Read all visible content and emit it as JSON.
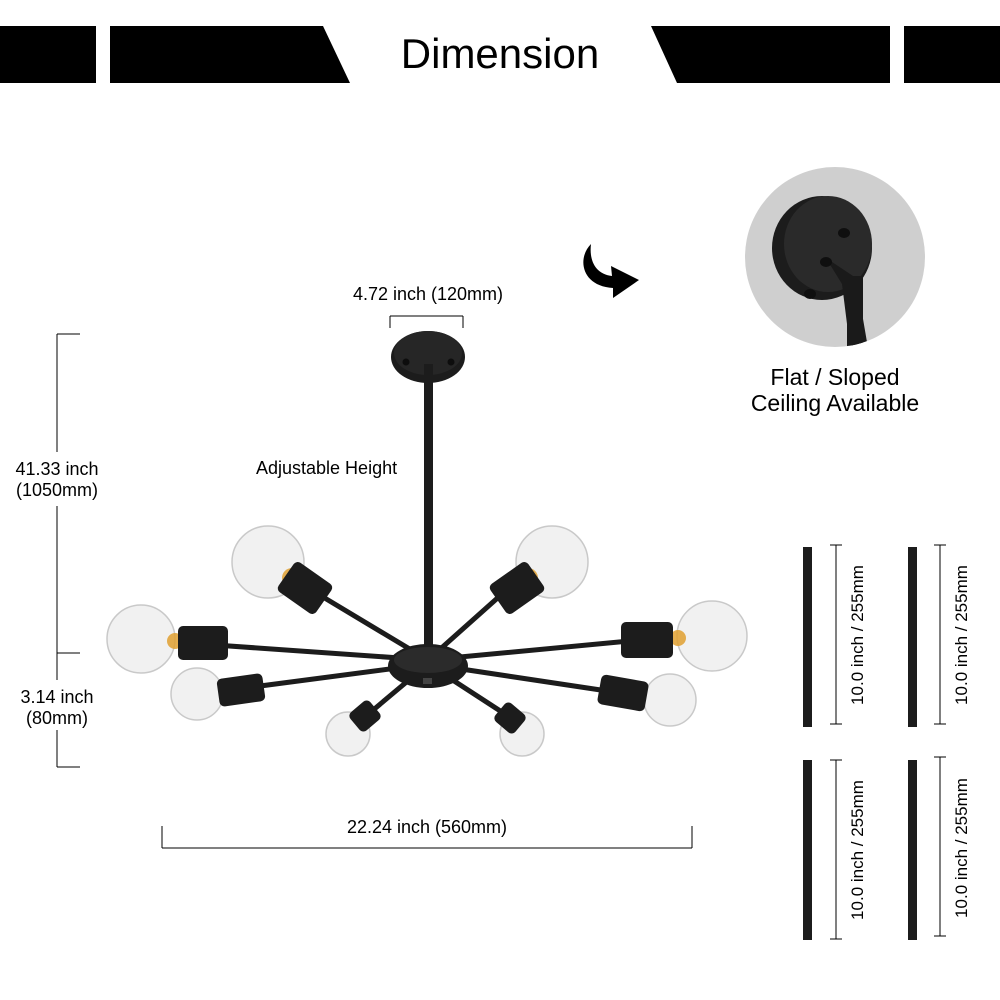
{
  "header": {
    "title": "Dimension"
  },
  "dimensions": {
    "canopy_width": "4.72 inch (120mm)",
    "total_height_inch": "41.33 inch",
    "total_height_mm": "(1050mm)",
    "body_height_inch": "3.14 inch",
    "body_height_mm": "(80mm)",
    "total_width": "22.24 inch (560mm)",
    "adjustable_label": "Adjustable Height"
  },
  "ceiling": {
    "line1": "Flat / Sloped",
    "line2": "Ceiling Available"
  },
  "rods": [
    {
      "label": "10.0 inch / 255mm"
    },
    {
      "label": "10.0 inch / 255mm"
    },
    {
      "label": "10.0 inch / 255mm"
    },
    {
      "label": "10.0 inch / 255mm"
    }
  ],
  "colors": {
    "fixture": "#1c1c1c",
    "bulb_glass": "#f1f1f1",
    "filament": "#e0a030",
    "detail_circle": "#cfcfcf"
  }
}
